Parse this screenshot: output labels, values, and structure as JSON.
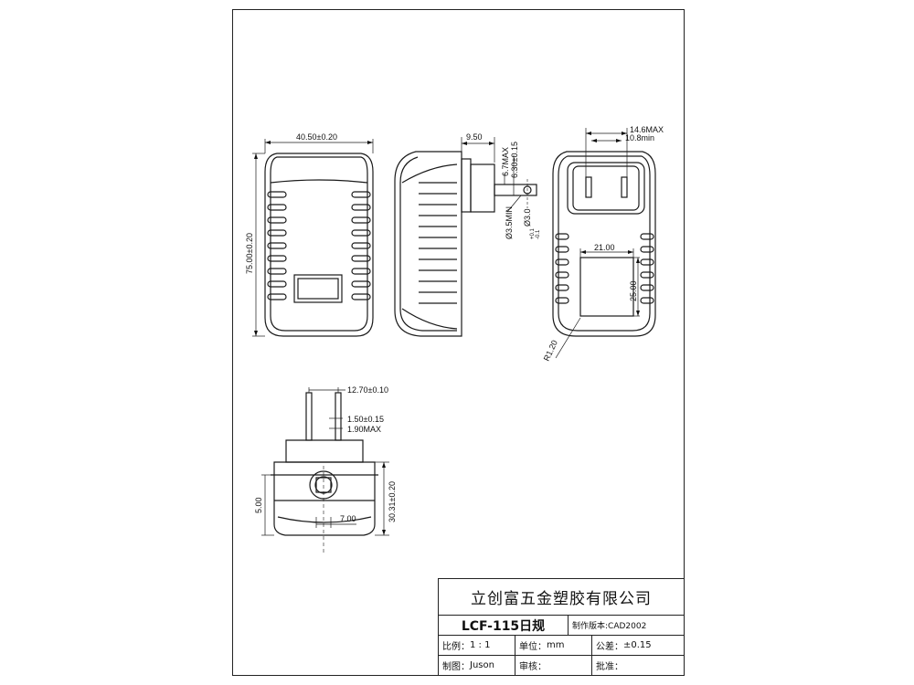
{
  "drawing": {
    "front_view": {
      "width_dim": "40.50±0.20",
      "height_dim": "75.00±0.20"
    },
    "side_view": {
      "pin_offset_dim": "9.50",
      "pin_max_dim": "6.7MAX",
      "pin_height_dim": "6.30±0.15",
      "hole_min_dim": "Ø3.5MIN",
      "hole_dim": "Ø3.0",
      "hole_tol_plus": "+0.1",
      "hole_tol_minus": "-0.1"
    },
    "back_view": {
      "outer_max_dim": "14.6MAX",
      "inner_min_dim": "10.8min",
      "label_width_dim": "21.00",
      "label_height_dim": "25.00",
      "radius_dim": "R1.20"
    },
    "bottom_view": {
      "pin_spacing_dim": "12.70±0.10",
      "pin_width_dim": "1.50±0.15",
      "pin_thick_dim": "1.90MAX",
      "left_offset_dim": "5.00",
      "depth_dim": "30.31±0.20",
      "slot_dim": "7.00"
    }
  },
  "title_block": {
    "company": "立创富五金塑胶有限公司",
    "part_name": "LCF-115日规",
    "version": "制作版本:CAD2002",
    "scale_label": "比例：",
    "scale_value": "1 : 1",
    "unit_label": "单位：",
    "unit_value": "mm",
    "tolerance_label": "公差：",
    "tolerance_value": "±0.15",
    "drawn_label": "制图：",
    "drawn_value": "Juson",
    "review_label": "审核：",
    "approve_label": "批准："
  }
}
